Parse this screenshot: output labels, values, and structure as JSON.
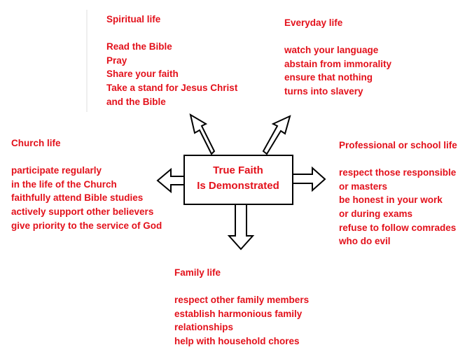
{
  "center": {
    "line1": "True Faith",
    "line2": "Is Demonstrated"
  },
  "spiritual": {
    "heading": "Spiritual life",
    "items": [
      "Read the Bible",
      "Pray",
      "Share your faith",
      "Take a stand for Jesus Christ",
      "and the Bible"
    ]
  },
  "everyday": {
    "heading": "Everyday life",
    "items": [
      "watch your language",
      "abstain from immorality",
      "ensure that nothing",
      "turns into slavery"
    ]
  },
  "church": {
    "heading": "Church life",
    "items": [
      "participate regularly",
      "in the life of the Church",
      "faithfully attend Bible studies",
      "actively support other believers",
      "give priority to the service of God"
    ]
  },
  "professional": {
    "heading": "Professional or school life",
    "items": [
      "respect those responsible",
      "or masters",
      "be honest in your work",
      "or during exams",
      "refuse to follow comrades",
      "who do evil"
    ]
  },
  "family": {
    "heading": "Family life",
    "items": [
      "respect other family members",
      "establish harmonious family",
      "relationships",
      "help with household chores"
    ]
  },
  "colors": {
    "text": "#e3111b",
    "outline": "#000000"
  }
}
